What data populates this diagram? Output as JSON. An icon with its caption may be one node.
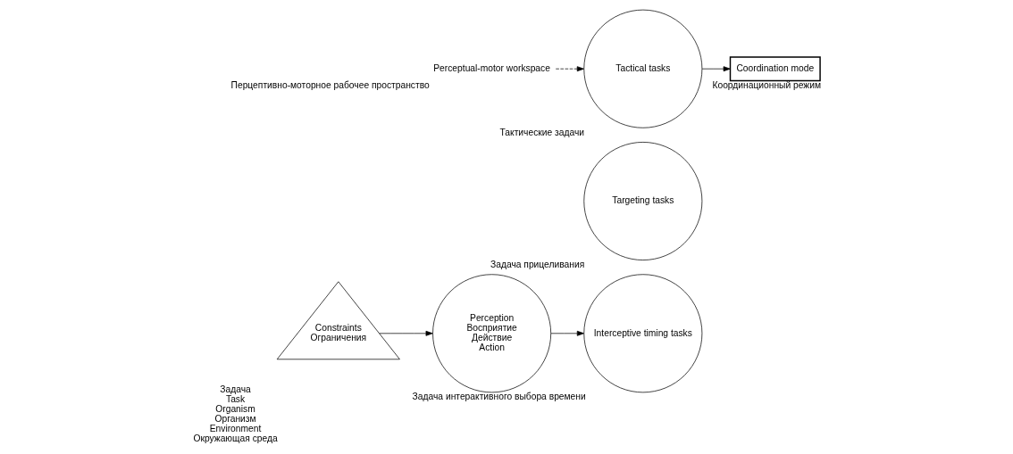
{
  "diagram": {
    "nodes": [
      {
        "text": [
          "Constraints",
          "Ограничения"
        ],
        "beside": [
          "Задача",
          "Task",
          "Organism",
          "Организм",
          "Environment",
          "Окружающая среда"
        ]
      },
      {
        "text": [
          "Perception",
          "Восприятие",
          "Действие",
          "Action"
        ]
      },
      {
        "text": [
          "Targeting tasks"
        ],
        "beside": [
          "Задача прицеливания"
        ]
      },
      {
        "text": [
          "Interceptive timing tasks"
        ],
        "beside": [
          "Задача интерактивного выбора времени"
        ]
      },
      {
        "text": [
          "Tactical tasks"
        ],
        "beside": [
          "Тактические задачи"
        ]
      },
      {
        "text": [
          "Coordination mode"
        ],
        "beside": [
          "Координационный режим"
        ]
      },
      {
        "text": [
          "Perceptual-motor workspace"
        ],
        "beside": [
          "Перцептивно-моторное рабочее пространство"
        ]
      }
    ],
    "edges": [
      {
        "from": 0,
        "to": 1,
        "arrow": "to"
      },
      {
        "from": 1,
        "to": 3,
        "arrow": "to"
      },
      {
        "from": 4,
        "to": 5,
        "arrow": "to"
      },
      {
        "from": 6,
        "to": 4,
        "arrow": "to",
        "style": "dashed"
      }
    ]
  }
}
